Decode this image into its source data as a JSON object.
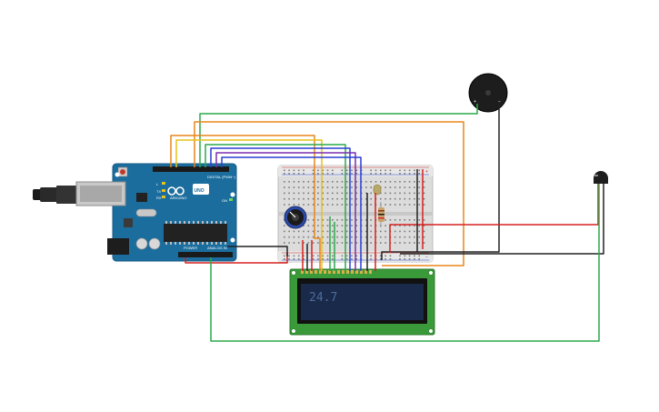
{
  "board": {
    "brand": "ARDUINO",
    "model": "UNO",
    "digital_label": "DIGITAL (PWM~)",
    "power_label": "POWER",
    "analog_label": "ANALOG IN",
    "tx_label": "TX",
    "rx_label": "RX",
    "l_label": "L",
    "on_label": "ON"
  },
  "lcd": {
    "display_text": "24.7"
  },
  "buzzer": {
    "plus": "+",
    "minus": "−"
  },
  "breadboard": {
    "plus": "+",
    "minus": "−"
  },
  "colors": {
    "arduino": "#1b6d9e",
    "wire_green": "#2aa84a",
    "wire_orange": "#e8851a",
    "wire_yellow": "#e6c21a",
    "wire_red": "#d62020",
    "wire_black": "#222222",
    "wire_blue": "#2a3fd0",
    "wire_purple": "#7a2fb0",
    "lcd_screen": "#1a2a4a",
    "lcd_pcb": "#3a9a3a"
  }
}
